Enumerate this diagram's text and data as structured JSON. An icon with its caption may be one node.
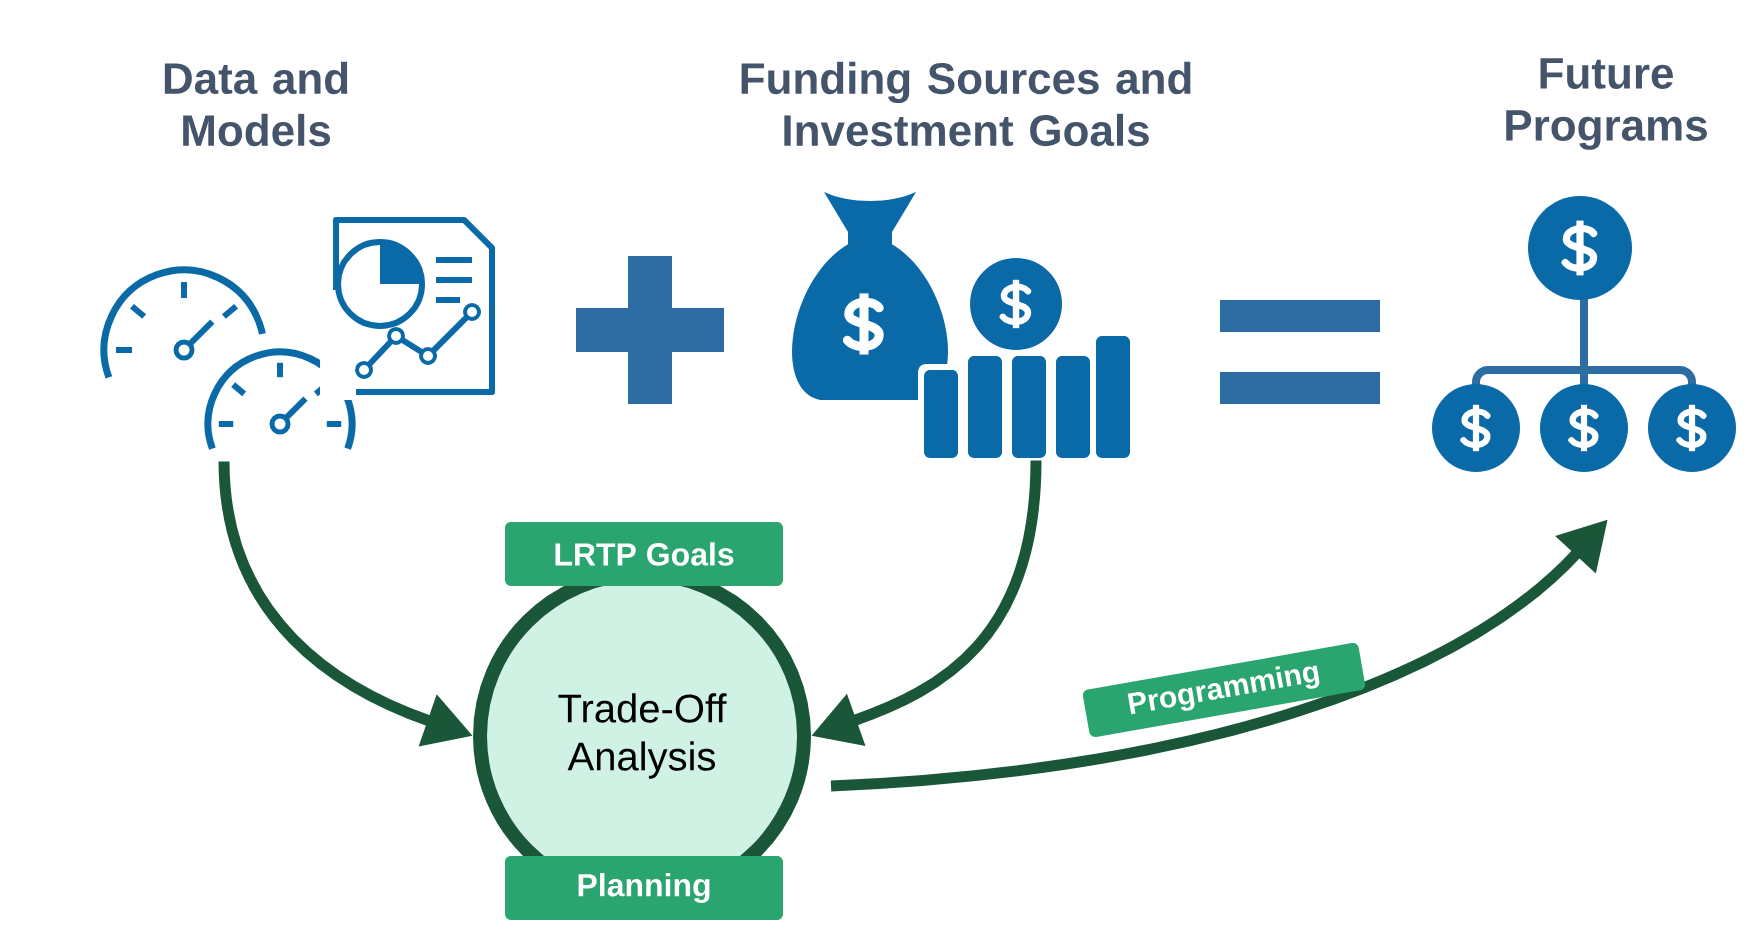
{
  "diagram": {
    "nodes": [
      {
        "text": [
          "Data and Models"
        ]
      },
      {
        "text": [
          "Funding Sources and Investment Goals"
        ]
      },
      {
        "text": [
          "Future Programs"
        ]
      },
      {
        "text": [
          "Trade-Off Analysis"
        ]
      },
      {
        "text": [
          "LRTP Goals"
        ]
      },
      {
        "text": [
          "Planning"
        ]
      }
    ],
    "edges": [
      {
        "from": 0,
        "to": 3,
        "arrow": "to"
      },
      {
        "from": 1,
        "to": 3,
        "arrow": "to"
      },
      {
        "from": 3,
        "to": 2,
        "arrow": "to",
        "label": "Programming"
      }
    ]
  }
}
